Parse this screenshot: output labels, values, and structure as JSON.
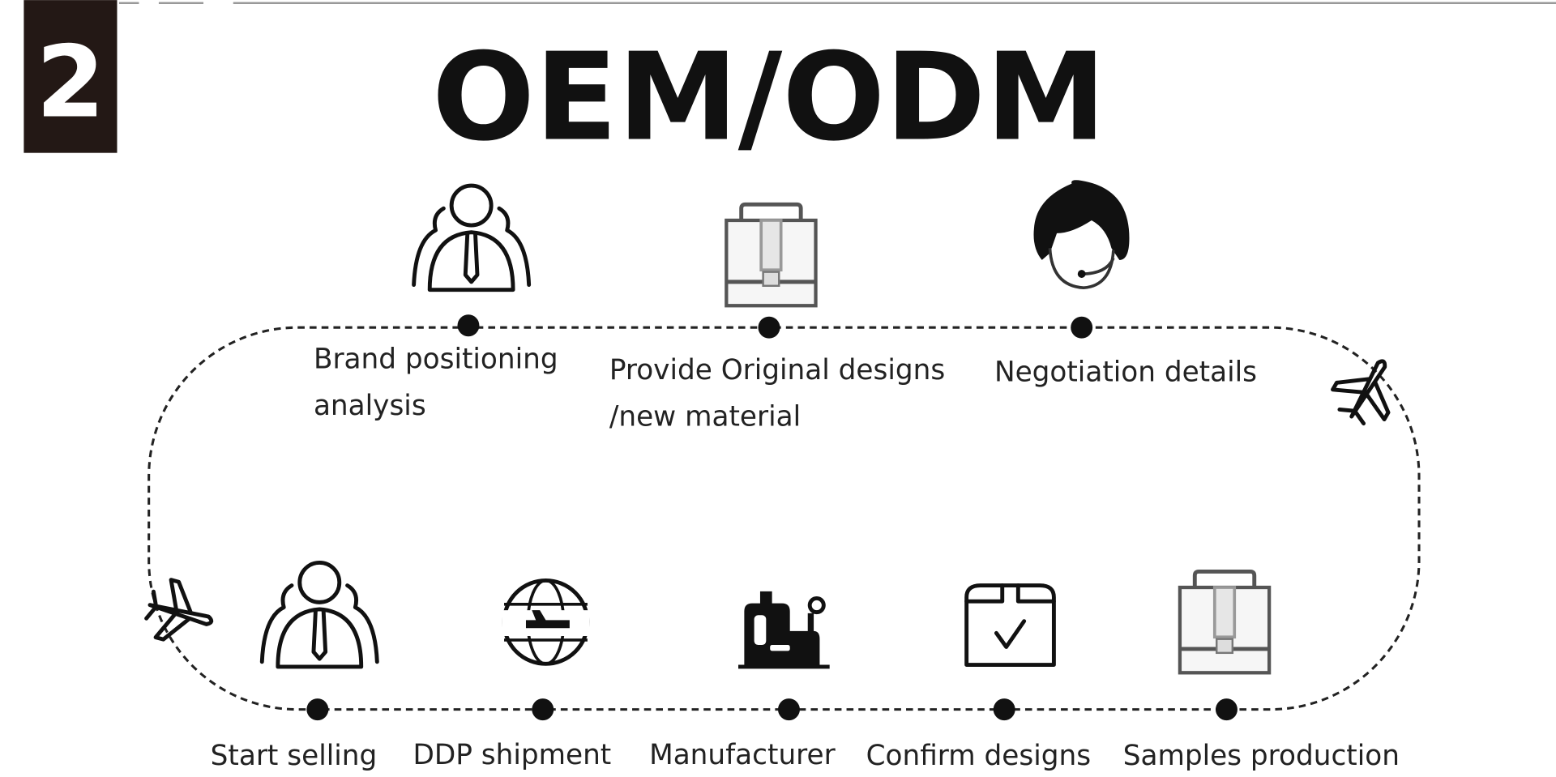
{
  "step_number": "2",
  "title": "OEM/ODM",
  "top_steps": [
    {
      "label_lines": [
        "Brand positioning",
        "analysis"
      ],
      "icon": "business-people-icon"
    },
    {
      "label_lines": [
        "Provide Original designs",
        "/new material"
      ],
      "icon": "briefcase-icon"
    },
    {
      "label_lines": [
        "Negotiation details"
      ],
      "icon": "customer-service-headset-icon"
    }
  ],
  "bottom_steps": [
    {
      "label": "Start selling",
      "icon": "business-people-icon"
    },
    {
      "label": "DDP shipment",
      "icon": "globe-airplane-icon"
    },
    {
      "label": "Manufacturer",
      "icon": "factory-machine-icon"
    },
    {
      "label": "Confirm designs",
      "icon": "box-checkmark-icon"
    },
    {
      "label": "Samples production",
      "icon": "briefcase-icon"
    }
  ],
  "colors": {
    "ink": "#111111",
    "step_box": "#231815"
  }
}
